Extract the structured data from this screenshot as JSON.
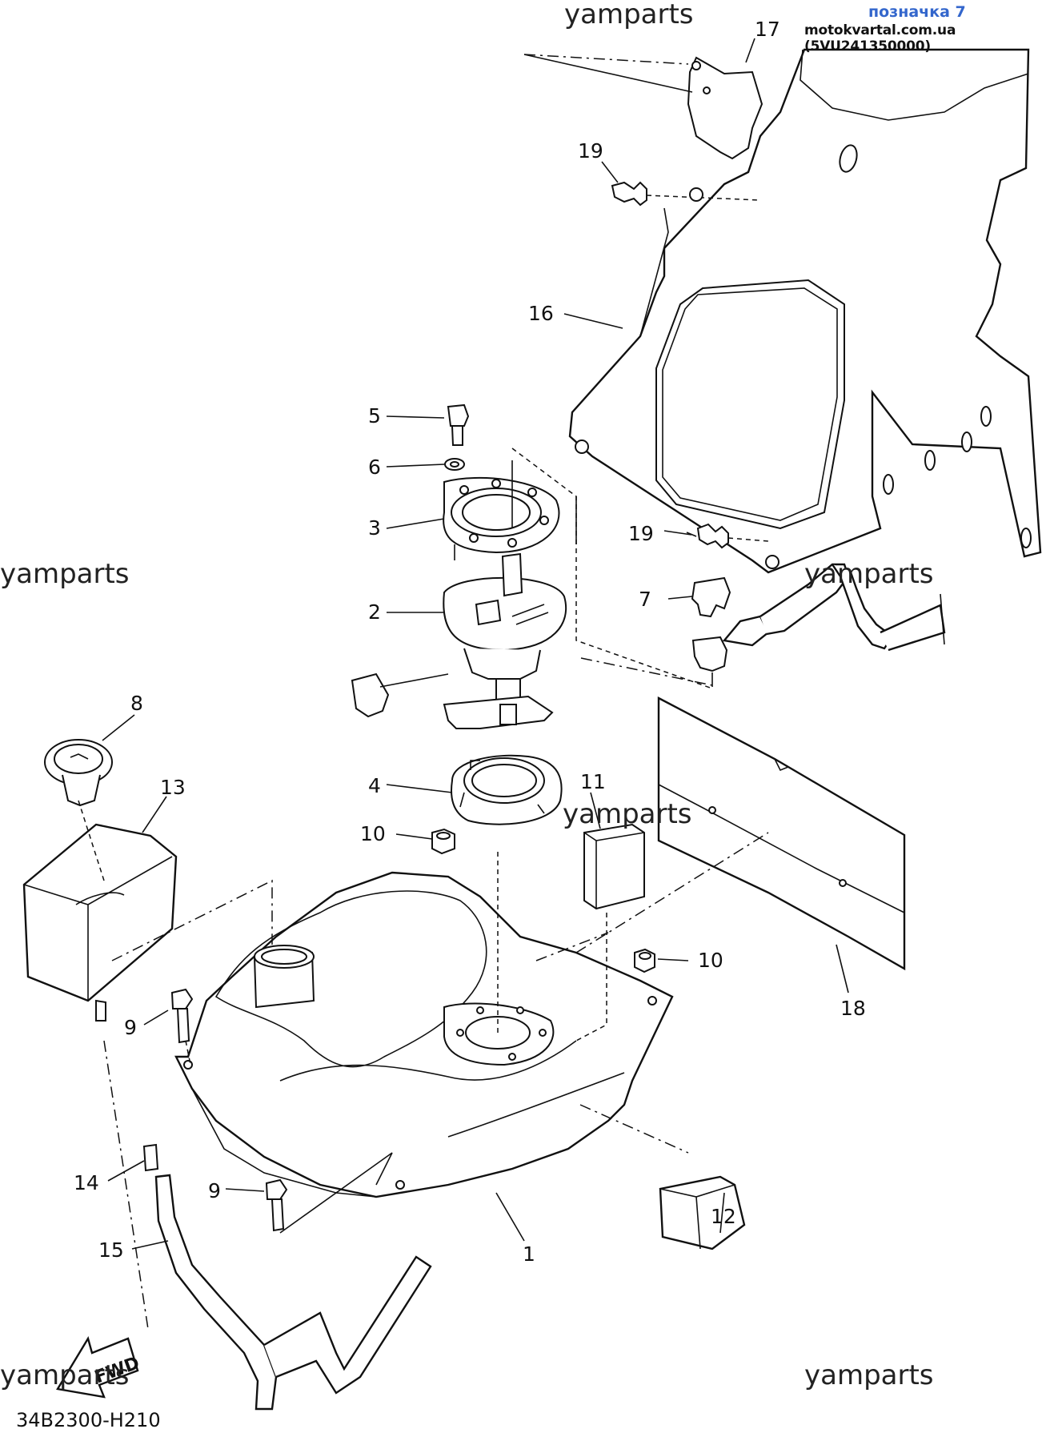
{
  "watermarks": {
    "top": "yamparts",
    "mid_left": "yamparts",
    "mid_right": "yamparts",
    "center": "yamparts",
    "bottom_left": "yamparts",
    "bottom_right": "yamparts"
  },
  "badge": "позначка 7",
  "source": "motokvartal.com.ua (5VU241350000)",
  "diagram_code": "34B2300-H210",
  "fwd_label": "FWD",
  "callouts": {
    "c1": "1",
    "c2": "2",
    "c3": "3",
    "c4": "4",
    "c5": "5",
    "c6": "6",
    "c7": "7",
    "c8": "8",
    "c9a": "9",
    "c9b": "9",
    "c10a": "10",
    "c10b": "10",
    "c11": "11",
    "c12": "12",
    "c13": "13",
    "c14": "14",
    "c15": "15",
    "c16": "16",
    "c17": "17",
    "c18": "18",
    "c19a": "19",
    "c19b": "19"
  }
}
